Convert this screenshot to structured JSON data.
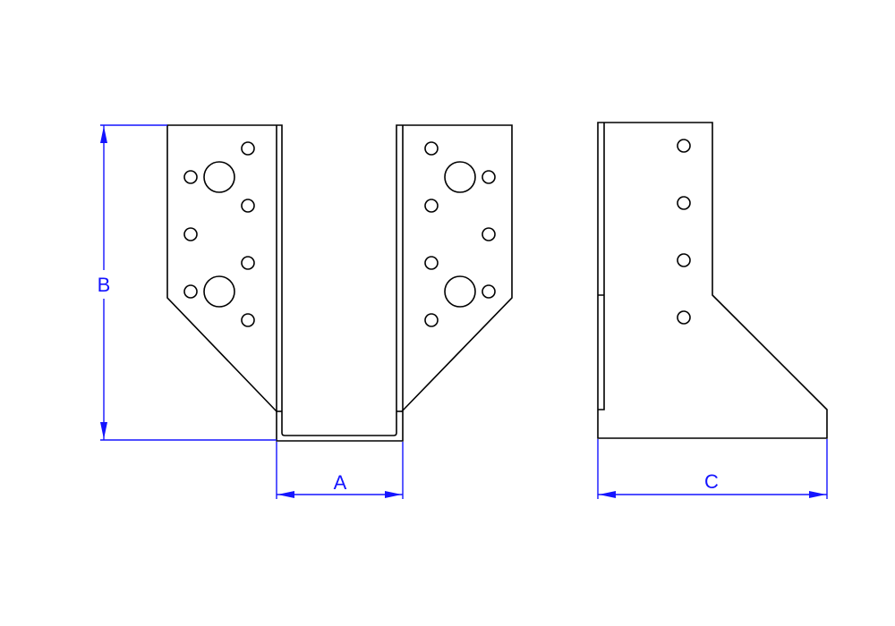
{
  "drawing": {
    "dimensions": {
      "width_label": "A",
      "height_label": "B",
      "depth_label": "C"
    },
    "colors": {
      "part": "#000000",
      "dimension": "#1414ff"
    }
  }
}
